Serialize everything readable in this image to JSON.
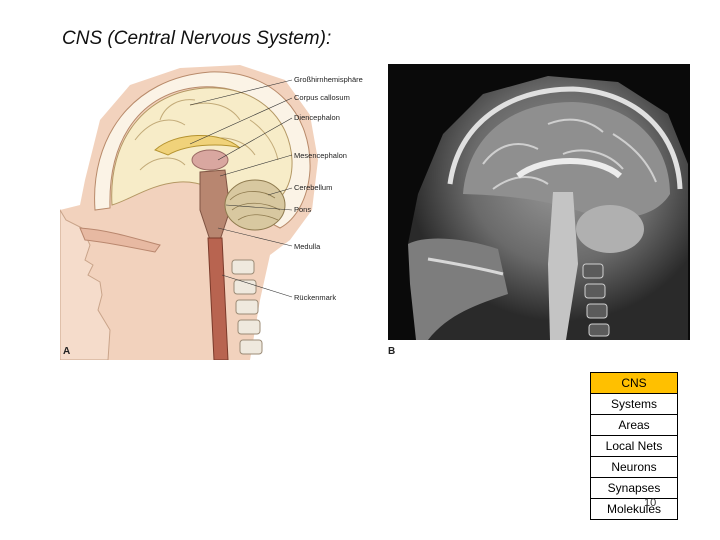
{
  "slide": {
    "title": "CNS (Central Nervous System):",
    "page_number": "10"
  },
  "figure": {
    "panel_a_letter": "A",
    "panel_b_letter": "B",
    "labels": [
      "Großhirnhemisphäre",
      "Corpus callosum",
      "Diencephalon",
      "Mesencephalon",
      "Cerebellum",
      "Pons",
      "Medulla",
      "Rückenmark"
    ]
  },
  "ladder": {
    "items": [
      "CNS",
      "Systems",
      "Areas",
      "Local Nets",
      "Neurons",
      "Synapses",
      "Molekules"
    ],
    "active_index": 0,
    "active_color": "#ffc000"
  }
}
